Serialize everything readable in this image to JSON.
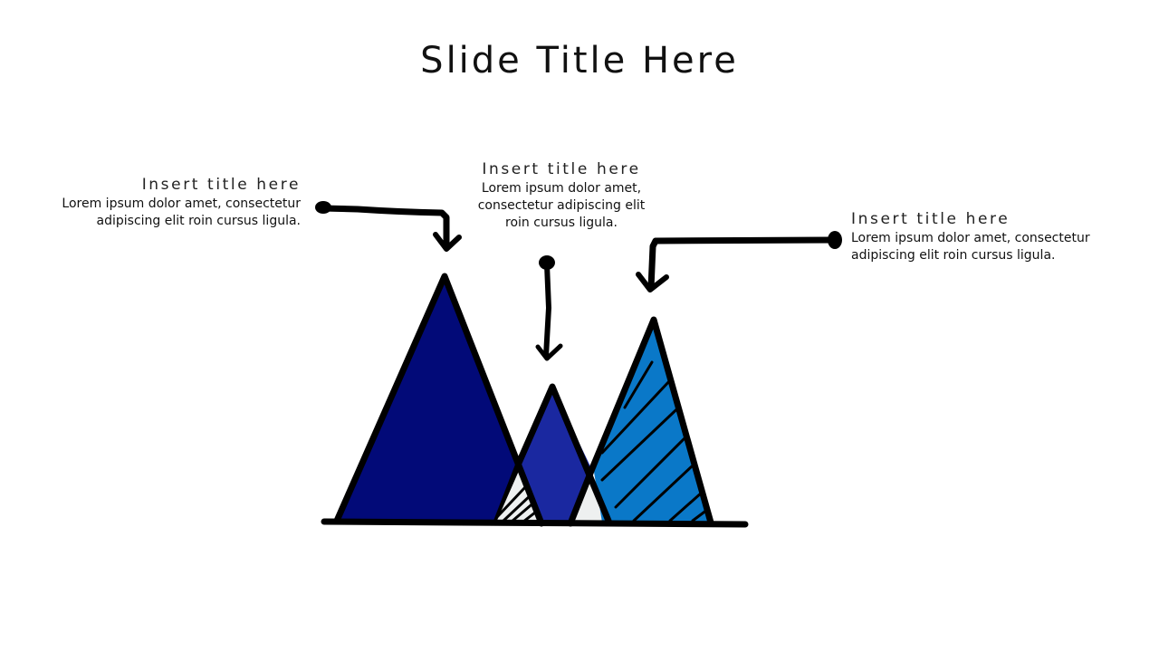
{
  "slide": {
    "title": "Slide Title Here"
  },
  "callouts": [
    {
      "title": "Insert title here",
      "body": "Lorem ipsum dolor amet, consectetur adipiscing elit roin cursus ligula."
    },
    {
      "title": "Insert title here",
      "body": "Lorem ipsum dolor amet, consectetur adipiscing elit roin cursus ligula."
    },
    {
      "title": "Insert title here",
      "body": "Lorem ipsum dolor amet, consectetur adipiscing elit roin cursus ligula."
    }
  ],
  "colors": {
    "mountain_left": "#020a78",
    "mountain_middle": "#1a28a0",
    "mountain_right": "#0a78c8",
    "gap_fill": "#eef0f0",
    "outline": "#000000"
  }
}
